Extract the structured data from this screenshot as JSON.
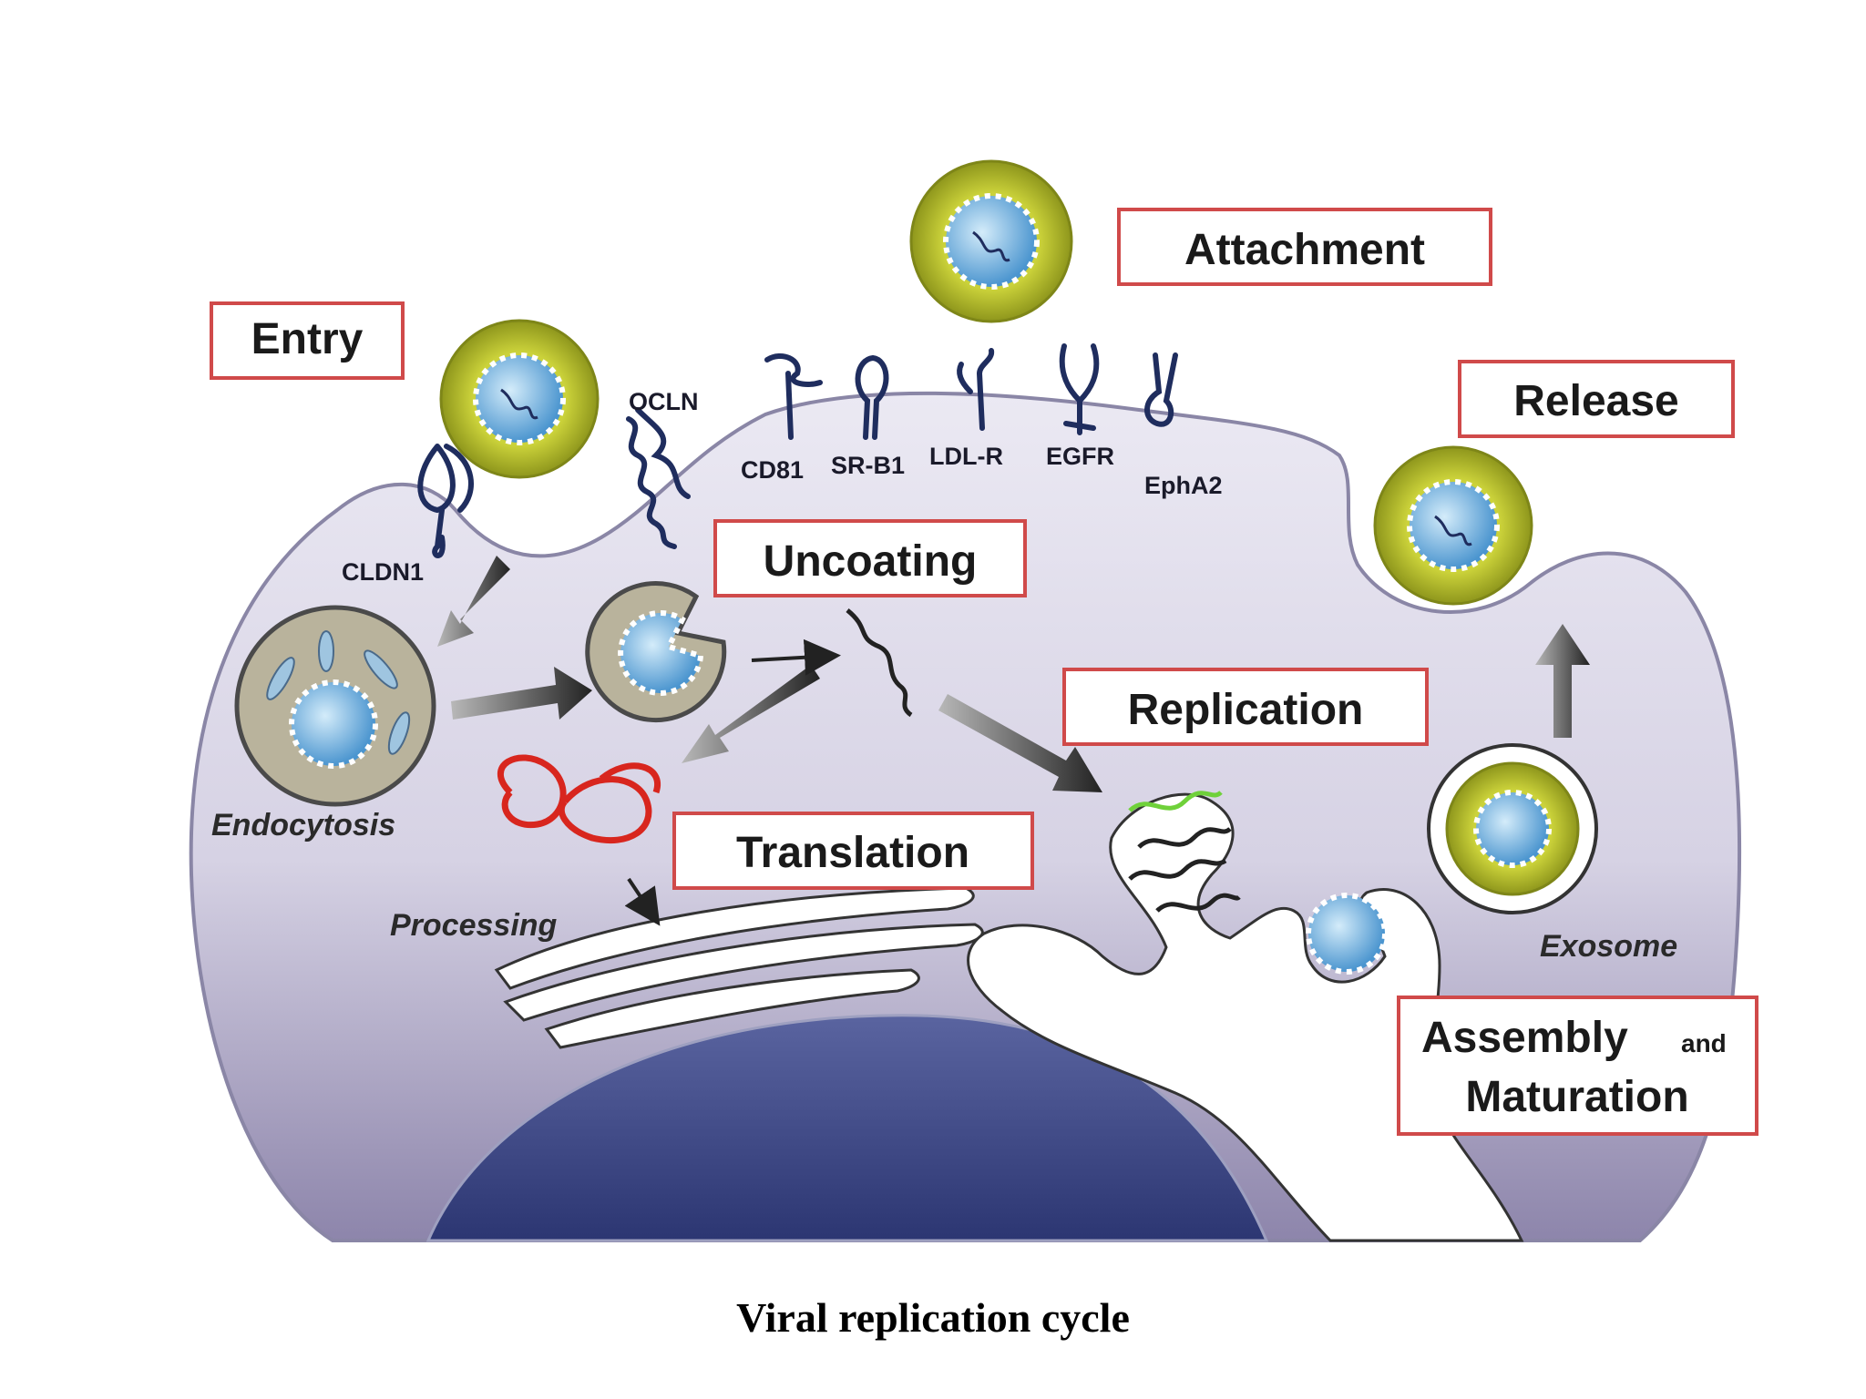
{
  "stages": {
    "entry": "Entry",
    "attachment": "Attachment",
    "release": "Release",
    "uncoating": "Uncoating",
    "replication": "Replication",
    "translation": "Translation",
    "assembly": "Assembly",
    "assembly_and": "and",
    "maturation": "Maturation"
  },
  "receptors": {
    "ocln": "OCLN",
    "cldn1": "CLDN1",
    "cd81": "CD81",
    "srb1": "SR-B1",
    "ldlr": "LDL-R",
    "egfr": "EGFR",
    "epha2": "EphA2"
  },
  "process_labels": {
    "endocytosis": "Endocytosis",
    "processing": "Processing",
    "exosome": "Exosome"
  },
  "caption": "Viral replication cycle",
  "colors": {
    "cytoplasm_top": "#e6e3ef",
    "cytoplasm_bottom": "#8d85ab",
    "nucleus": "#3f4a86",
    "stage_border": "#d04a4a",
    "virion_envelope": "#b8c22a",
    "virion_core": "#6fb2de",
    "receptor": "#1f2d5e",
    "rna_translation": "#d8261e",
    "rna_new": "#6fd13a"
  }
}
